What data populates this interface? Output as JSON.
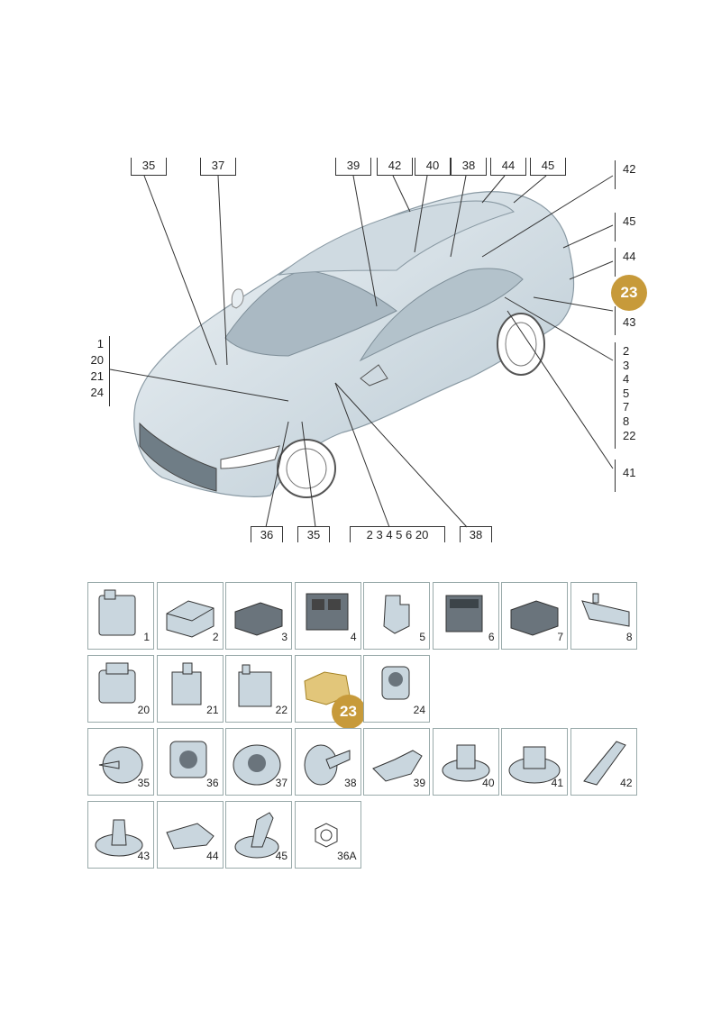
{
  "callouts_top": [
    "35",
    "37",
    "39",
    "42",
    "40",
    "38",
    "44",
    "45"
  ],
  "callouts_right": [
    "42",
    "45",
    "44",
    "23",
    "43",
    "2",
    "3",
    "4",
    "5",
    "7",
    "8",
    "22",
    "41"
  ],
  "callouts_left": [
    "1",
    "20",
    "21",
    "24"
  ],
  "callouts_bottom": [
    "36",
    "35",
    "2 3 4 5 6 20",
    "38"
  ],
  "highlight_badge": "23",
  "parts": [
    {
      "id": "1",
      "label": "1"
    },
    {
      "id": "2",
      "label": "2"
    },
    {
      "id": "3",
      "label": "3"
    },
    {
      "id": "4",
      "label": "4"
    },
    {
      "id": "5",
      "label": "5"
    },
    {
      "id": "6",
      "label": "6"
    },
    {
      "id": "7",
      "label": "7"
    },
    {
      "id": "8",
      "label": "8"
    },
    {
      "id": "20",
      "label": "20"
    },
    {
      "id": "21",
      "label": "21"
    },
    {
      "id": "22",
      "label": "22"
    },
    {
      "id": "23",
      "label": "23",
      "highlighted": true
    },
    {
      "id": "24",
      "label": "24"
    },
    {
      "id": "35",
      "label": "35"
    },
    {
      "id": "36",
      "label": "36"
    },
    {
      "id": "37",
      "label": "37"
    },
    {
      "id": "38",
      "label": "38"
    },
    {
      "id": "39",
      "label": "39"
    },
    {
      "id": "40",
      "label": "40"
    },
    {
      "id": "41",
      "label": "41"
    },
    {
      "id": "42",
      "label": "42"
    },
    {
      "id": "43",
      "label": "43"
    },
    {
      "id": "44",
      "label": "44"
    },
    {
      "id": "45",
      "label": "45"
    },
    {
      "id": "36A",
      "label": "36A"
    }
  ],
  "colors": {
    "highlight": "#c79a3a",
    "car_fill": "#dfe8ee",
    "line": "#333333",
    "part_fill": "#c9d6de"
  }
}
